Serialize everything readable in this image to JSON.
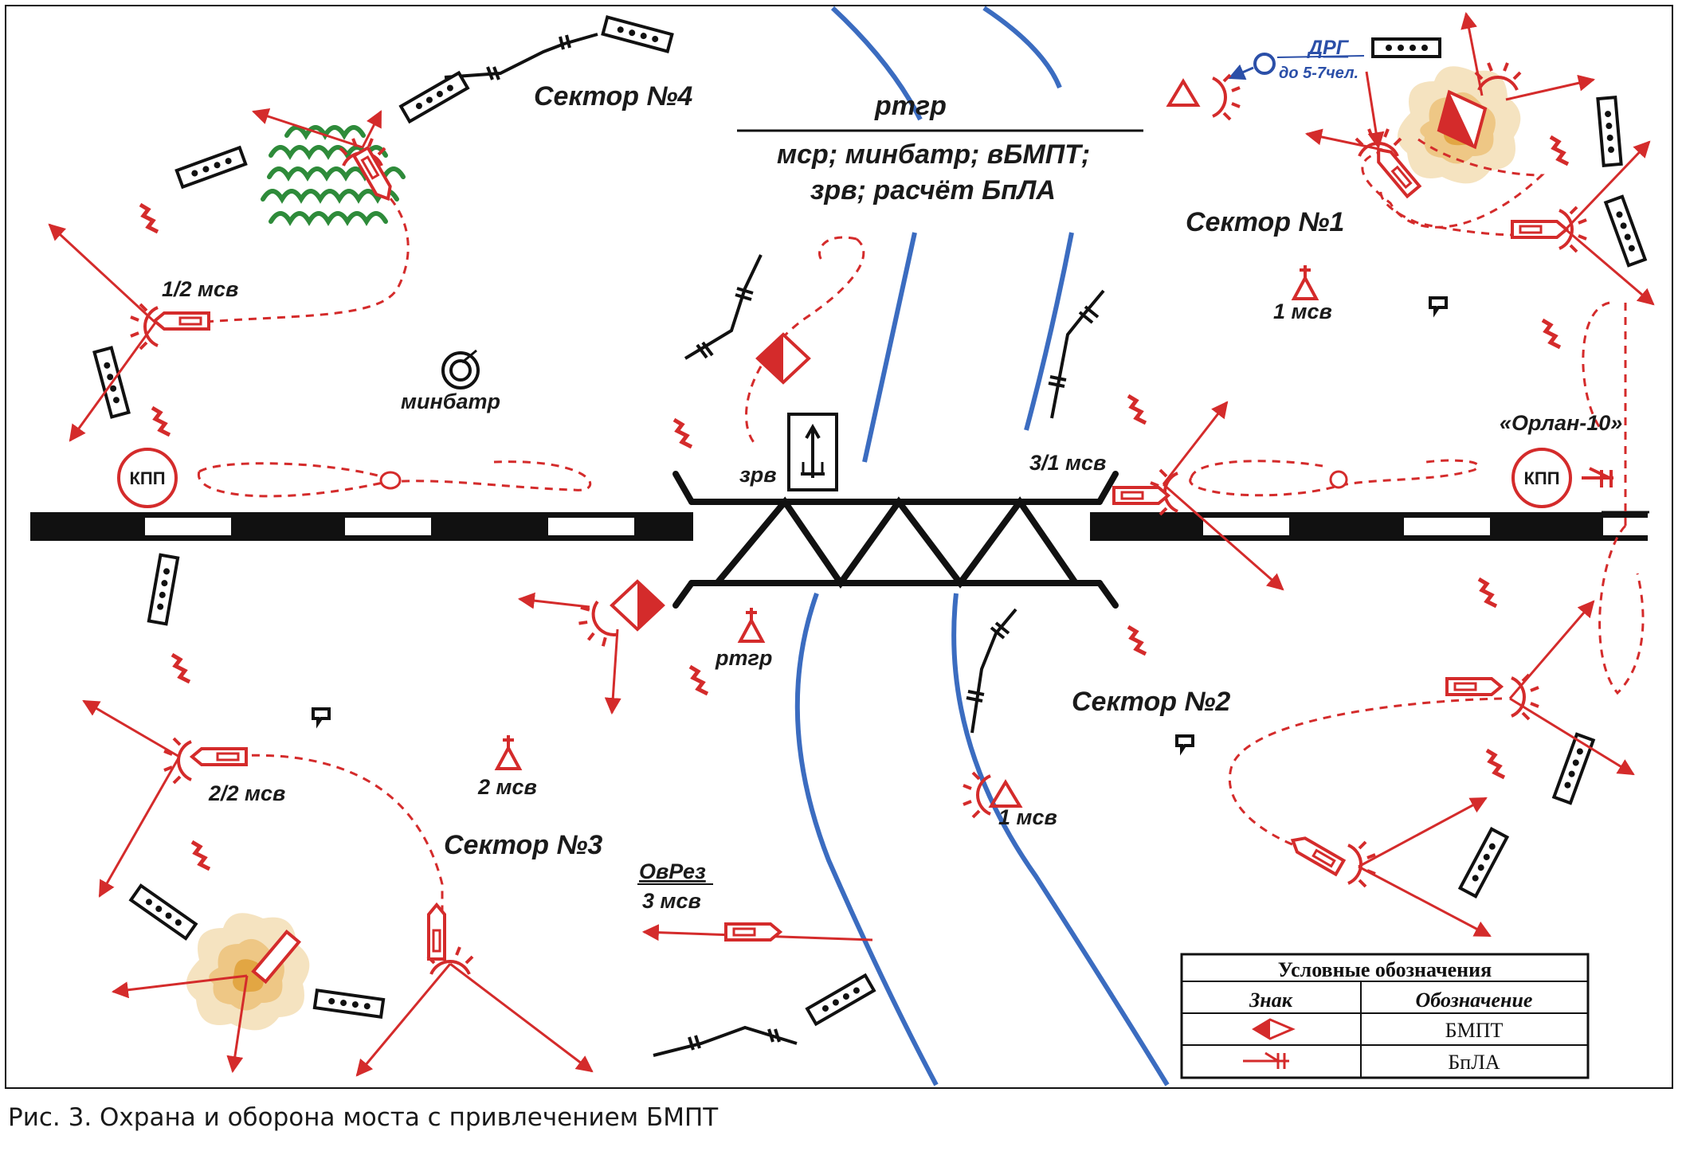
{
  "labels": {
    "sector1": "Сектор №1",
    "sector2": "Сектор №2",
    "sector3": "Сектор №3",
    "sector4": "Сектор №4",
    "rtgr_top": "ртгр",
    "composition_line1": "мср; минбатр; вБМПТ;",
    "composition_line2": "зрв; расчёт БпЛА",
    "minbatr": "минбатр",
    "zrv": "зрв",
    "rtgr_bottom": "ртгр",
    "msv_1_2": "1/2 мсв",
    "msv_3_1": "3/1 мсв",
    "msv_1_top": "1 мсв",
    "msv_2_2": "2/2 мсв",
    "msv_2": "2 мсв",
    "msv_1_bottom": "1 мсв",
    "ovrez": "ОвРез",
    "ovrez_unit": "3 мсв",
    "orlan": "«Орлан-10»",
    "drg": "ДРГ",
    "drg_size": "до 5-7чел.",
    "kpp_left": "КПП",
    "kpp_right": "КПП"
  },
  "legend": {
    "title": "Условные обозначения",
    "col_sign": "Знак",
    "col_meaning": "Обозначение",
    "rows": [
      {
        "meaning": "БМПТ",
        "icon": "bmpt-icon"
      },
      {
        "meaning": "БпЛА",
        "icon": "uav-icon"
      }
    ]
  },
  "caption": "Рис. 3. Охрана и оборона моста с привлечением БМПТ",
  "colors": {
    "red": "#d42b2b",
    "blue": "#3b6cc0",
    "green": "#2e8b3a",
    "black": "#111111",
    "explosion": "#e8b25a"
  }
}
